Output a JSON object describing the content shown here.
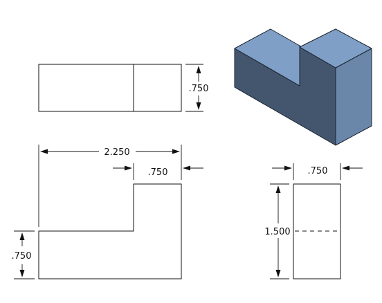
{
  "drawing": {
    "dimensions": {
      "top_depth": ".750",
      "front_width": "2.250",
      "front_step_width": ".750",
      "front_base_height": ".750",
      "side_depth": ".750",
      "side_height": "1.500"
    },
    "colors": {
      "line": "#111111",
      "iso_top": "#7f9fc6",
      "iso_front": "#43566e",
      "iso_side": "#6a87aa",
      "iso_edge": "#1a2230"
    }
  }
}
